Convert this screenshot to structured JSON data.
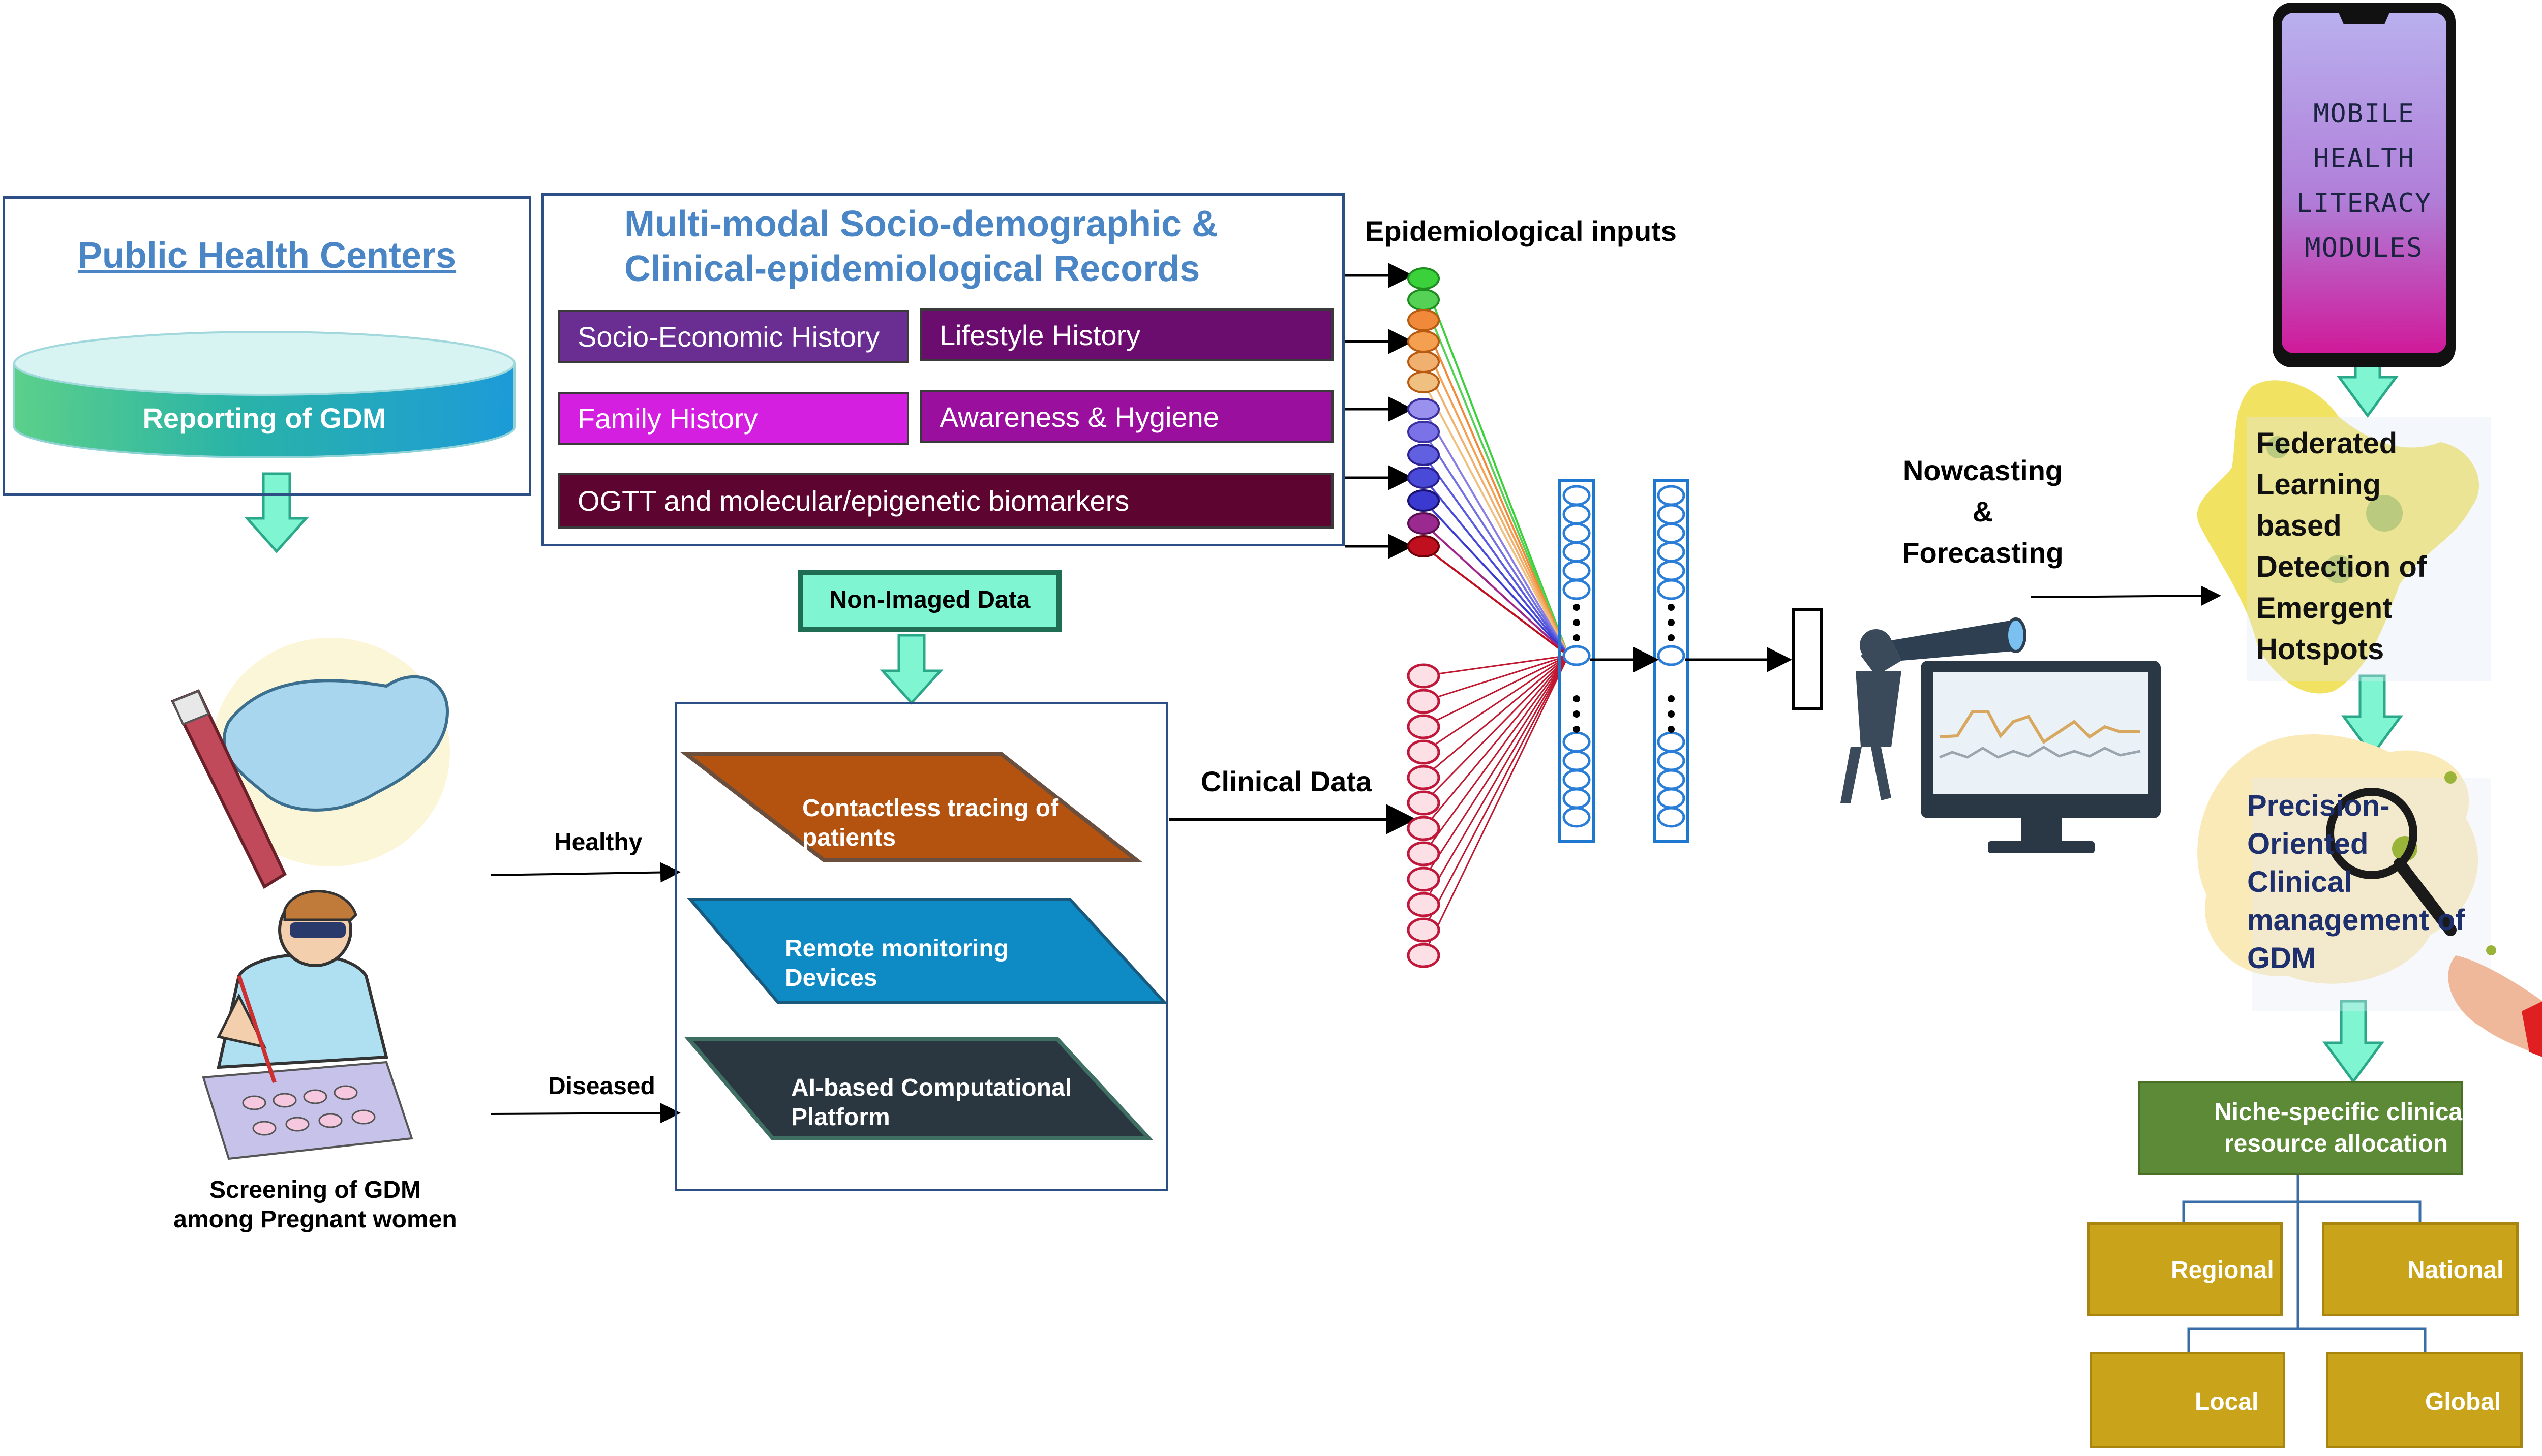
{
  "phc": {
    "title": "Public Health Centers",
    "reporting": "Reporting of GDM"
  },
  "records": {
    "title_line1": "Multi-modal Socio-demographic &",
    "title_line2": "Clinical-epidemiological Records",
    "items": [
      {
        "label": "Socio-Economic History",
        "color": "#6a2d91"
      },
      {
        "label": "Lifestyle History",
        "color": "#6a0d6e"
      },
      {
        "label": "Family History",
        "color": "#d41ee0"
      },
      {
        "label": "Awareness & Hygiene",
        "color": "#9a0f9e"
      },
      {
        "label": "OGTT and molecular/epigenetic biomarkers",
        "color": "#5e0430"
      }
    ]
  },
  "non_imaged": "Non-Imaged Data",
  "screening": {
    "line1": "Screening of GDM",
    "line2": "among Pregnant women",
    "healthy": "Healthy",
    "diseased": "Diseased"
  },
  "platforms": [
    {
      "line1": "Contactless tracing of",
      "line2": "patients",
      "color": "#b4520f"
    },
    {
      "line1": "Remote monitoring",
      "line2": "Devices",
      "color": "#0e8ac5"
    },
    {
      "line1": "AI-based Computational",
      "line2": "Platform",
      "color": "#2a3640"
    }
  ],
  "network": {
    "epi_inputs": "Epidemiological inputs",
    "clinical_data": "Clinical Data"
  },
  "forecast": {
    "line1": "Nowcasting",
    "line2": "&",
    "line3": "Forecasting"
  },
  "mobile": [
    "MOBILE",
    "HEALTH",
    "LITERACY",
    "MODULES"
  ],
  "hotspots": [
    "Federated",
    "Learning",
    "based",
    "Detection of",
    "Emergent",
    "Hotspots"
  ],
  "precision": [
    "Precision-",
    "Oriented",
    "Clinical",
    "management of",
    "GDM"
  ],
  "allocation": {
    "line1": "Niche-specific clinical",
    "line2": "resource allocation"
  },
  "levels": [
    "Regional",
    "National",
    "Local",
    "Global"
  ],
  "colors": {
    "arrow_fill": "#7ff5d2",
    "arrow_stroke": "#2aa889",
    "phc_border": "#2c4f86",
    "title_blue": "#4a86c6",
    "allocation_green": "#5d8a36",
    "gold": "#c9a41a"
  },
  "icons": [
    "gloved-hand-test-tube-icon",
    "scientist-icon",
    "telescope-person-icon",
    "monitor-chart-icon",
    "smartphone-icon",
    "magnifier-hand-icon",
    "hospital-cross-icon",
    "map-icon",
    "globe-icon"
  ]
}
